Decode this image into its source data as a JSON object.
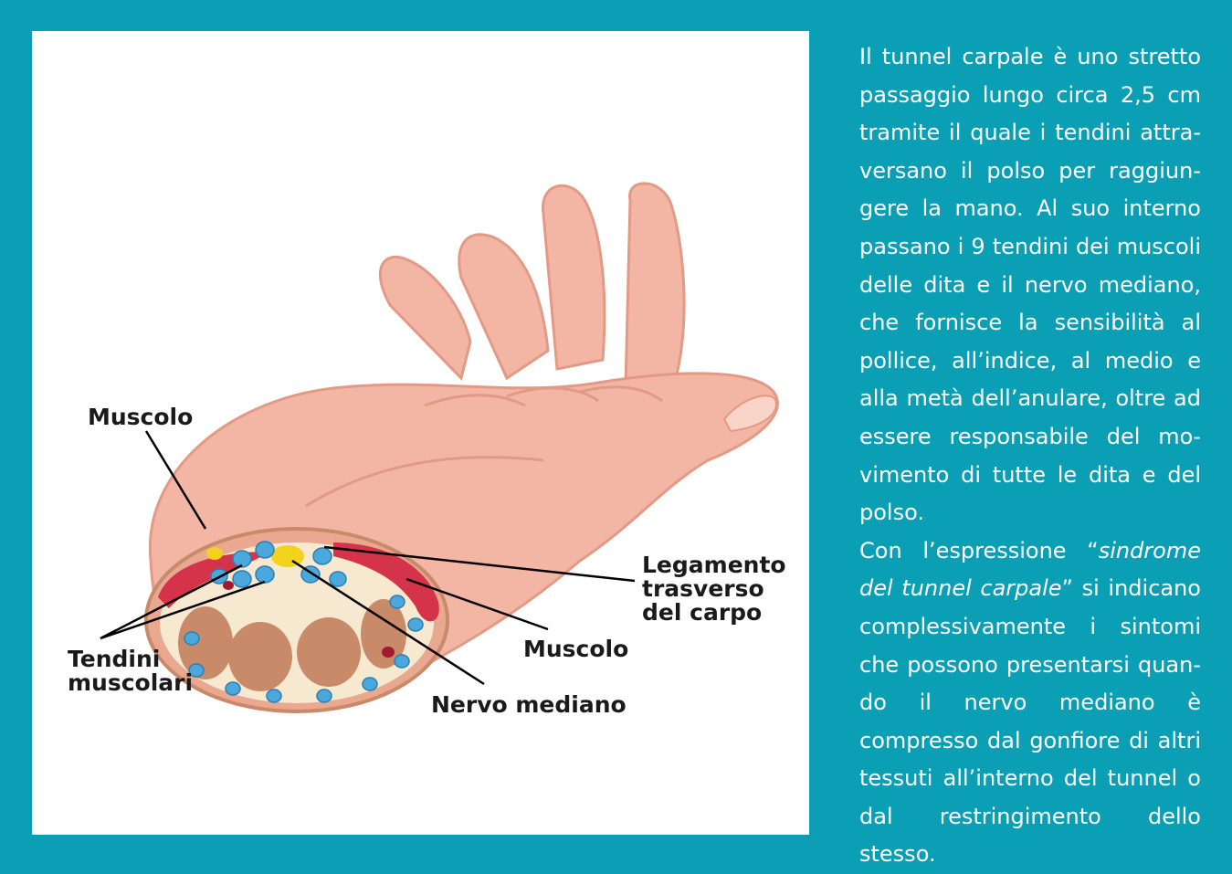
{
  "colors": {
    "background": "#0a9fb4",
    "panel": "#ffffff",
    "skin": "#f4b6a4",
    "skin_dark": "#e29a86",
    "muscle": "#d4334a",
    "tendon": "#4aa8dc",
    "nerve": "#f3d21b",
    "bone": "#c98a6a"
  },
  "labels": {
    "muscolo_top": "Muscolo",
    "legamento_line1": "Legamento",
    "legamento_line2": "trasverso",
    "legamento_line3": "del carpo",
    "muscolo_right": "Muscolo",
    "tendini_line1": "Tendini",
    "tendini_line2": "muscolari",
    "nervo": "Nervo mediano"
  },
  "text": {
    "paragraph1": "Il tunnel carpale è uno stretto passaggio lungo circa 2,5 cm tramite il quale i tendini attra­versano il polso per raggiun­gere la mano. Al suo interno passano i 9 tendini dei muscoli delle dita e il nervo mediano, che fornisce la sensibilità al pollice, all’indice, al medio e alla metà dell’anulare, oltre ad essere responsabile del mo­vimento di tutte le dita e del polso.",
    "paragraph2_before": "Con l’espressione “",
    "paragraph2_italic": "sindrome del tunnel carpale",
    "paragraph2_after": "” si indicano complessivamente i sintomi che possono presentarsi quan­do il nervo mediano è compres­so dal gonfiore di altri tessuti all’interno del tunnel o dal re­stringimento dello stesso."
  },
  "icons": [
    "hand-illustration",
    "wrist-cross-section"
  ]
}
